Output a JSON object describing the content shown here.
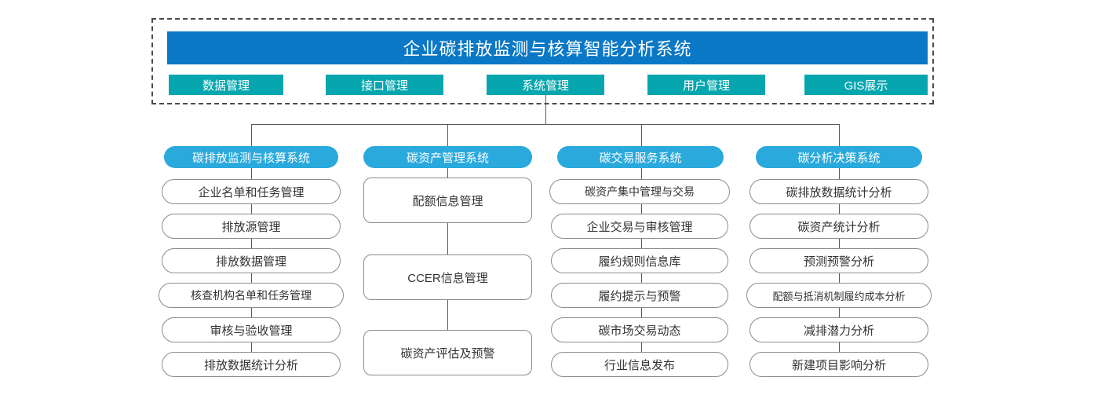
{
  "header": {
    "title": "企业碳排放监测与核算智能分析系统",
    "banner_color": "#0b78c6",
    "nav_color": "#06a6af",
    "nav_items": [
      {
        "label": "数据管理"
      },
      {
        "label": "接口管理"
      },
      {
        "label": "系统管理"
      },
      {
        "label": "用户管理"
      },
      {
        "label": "GIS展示"
      }
    ]
  },
  "accent": {
    "column_head_color": "#2aa9dd",
    "pill_border_color": "#8c8c8c",
    "connector_color": "#5a5a5a"
  },
  "columns": [
    {
      "title": "碳排放监测与核算系统",
      "style": "pill",
      "items": [
        {
          "label": "企业名单和任务管理"
        },
        {
          "label": "排放源管理"
        },
        {
          "label": "排放数据管理"
        },
        {
          "label": "核查机构名单和任务管理"
        },
        {
          "label": "审核与验收管理"
        },
        {
          "label": "排放数据统计分析"
        }
      ]
    },
    {
      "title": "碳资产管理系统",
      "style": "box",
      "items": [
        {
          "label": "配额信息管理"
        },
        {
          "label": "CCER信息管理"
        },
        {
          "label": "碳资产评估及预警"
        }
      ]
    },
    {
      "title": "碳交易服务系统",
      "style": "pill",
      "items": [
        {
          "label": "碳资产集中管理与交易"
        },
        {
          "label": "企业交易与审核管理"
        },
        {
          "label": "履约规则信息库"
        },
        {
          "label": "履约提示与预警"
        },
        {
          "label": "碳市场交易动态"
        },
        {
          "label": "行业信息发布"
        }
      ]
    },
    {
      "title": "碳分析决策系统",
      "style": "pill",
      "items": [
        {
          "label": "碳排放数据统计分析"
        },
        {
          "label": "碳资产统计分析"
        },
        {
          "label": "预测预警分析"
        },
        {
          "label": "配额与抵消机制履约成本分析"
        },
        {
          "label": "减排潜力分析"
        },
        {
          "label": "新建项目影响分析"
        }
      ]
    }
  ]
}
